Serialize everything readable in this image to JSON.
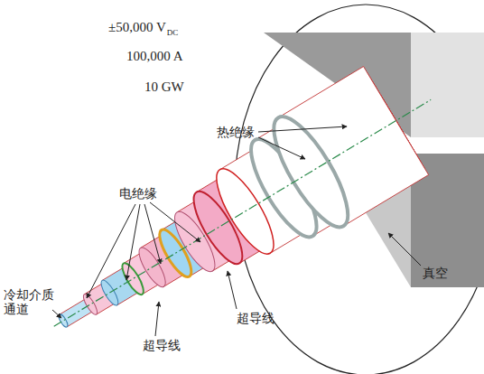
{
  "diagram": {
    "labels": [
      "±50,000 V",
      "DC",
      "100,000 A",
      "10 GW",
      "热绝缘",
      "电绝缘",
      "冷却介质 通道",
      "超导线",
      "超导线",
      "真空"
    ]
  }
}
